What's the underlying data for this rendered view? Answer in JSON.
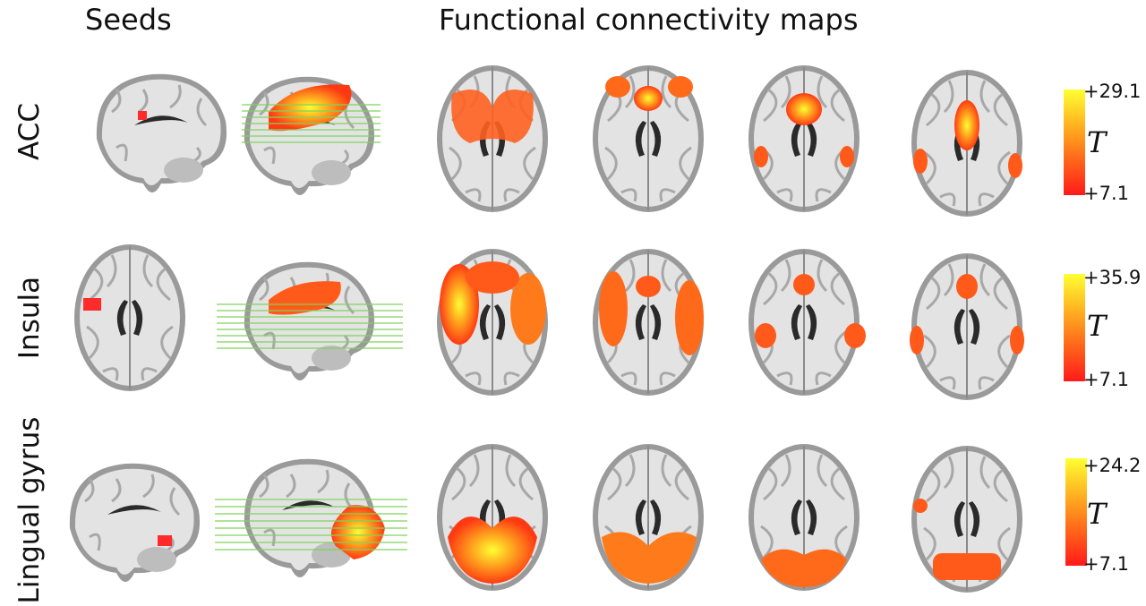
{
  "headers": {
    "seeds": "Seeds",
    "maps": "Functional connectivity maps"
  },
  "rows": [
    {
      "label": "ACC",
      "max": "+29.1",
      "min": "+7.1",
      "t_label": "T"
    },
    {
      "label": "Insula",
      "max": "+35.9",
      "min": "+7.1",
      "t_label": "T"
    },
    {
      "label": "Lingual gyrus",
      "max": "+24.2",
      "min": "+7.1",
      "t_label": "T"
    }
  ],
  "colors": {
    "activation_high": "#ffff33",
    "activation_mid": "#ff8a1a",
    "activation_low": "#ff1a1a",
    "slice_lines": "#7fd45a",
    "brain_gray": "#cfcfcf"
  }
}
